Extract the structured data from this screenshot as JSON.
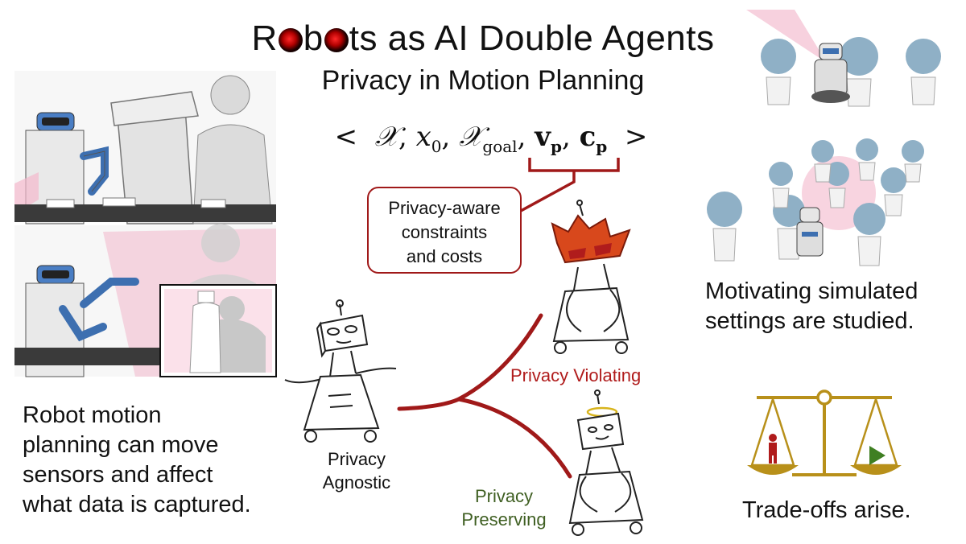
{
  "title": {
    "prefix": "R",
    "middle": "b",
    "suffix": "ts as AI Double Agents"
  },
  "subtitle": "Privacy in Motion Planning",
  "formula": {
    "open": "<",
    "chi": "𝒳",
    "x": "x",
    "x_sub": "0",
    "chi_goal": "𝒳",
    "goal_sub": "goal",
    "v": "v",
    "v_sub": "p",
    "c": "c",
    "c_sub": "p",
    "close": ">"
  },
  "callout": {
    "line1": "Privacy-aware",
    "line2": "constraints",
    "line3": "and costs"
  },
  "captions": {
    "left": [
      "Robot motion",
      "planning can move",
      "sensors and affect",
      "what data is captured."
    ],
    "motivating": [
      "Motivating simulated",
      "settings are studied."
    ],
    "tradeoffs": "Trade-offs arise."
  },
  "labels": {
    "agnostic": [
      "Privacy",
      "Agnostic"
    ],
    "violating": "Privacy Violating",
    "preserving": [
      "Privacy",
      "Preserving"
    ]
  },
  "colors": {
    "accent_red": "#a01919",
    "violating": "#b01c1c",
    "preserving": "#3f5f22",
    "scale_gold": "#b8901a",
    "person_blue": "#8fb0c6",
    "privacy_pink": "#f3b8cc"
  }
}
